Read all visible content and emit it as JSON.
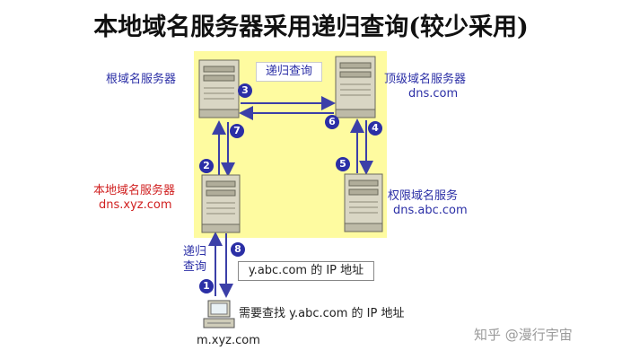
{
  "title": "本地域名服务器采用递归查询(较少采用)",
  "servers": {
    "root": {
      "label": "根域名服务器"
    },
    "tld": {
      "label": "顶级域名服务器",
      "host": "dns.com"
    },
    "local": {
      "label": "本地域名服务器",
      "host": "dns.xyz.com"
    },
    "authoritative": {
      "label": "权限域名服务",
      "host": "dns.abc.com"
    }
  },
  "recursive_query_label": "递归查询",
  "client": {
    "host": "m.xyz.com",
    "query_text": "需要查找 y.abc.com 的 IP 地址"
  },
  "side_label_line1": "递归",
  "side_label_line2": "查询",
  "answer_box": "y.abc.com 的 IP 地址",
  "steps": [
    "1",
    "2",
    "3",
    "4",
    "5",
    "6",
    "7",
    "8"
  ],
  "watermark": "知乎 @漫行宇宙",
  "colors": {
    "background_panel": "#fefba0",
    "arrow": "#3b3fa8",
    "badge": "#2b2fa6",
    "local_label": "#d01f1f"
  },
  "icons": [
    "server-tower-icon",
    "desktop-computer-icon"
  ]
}
